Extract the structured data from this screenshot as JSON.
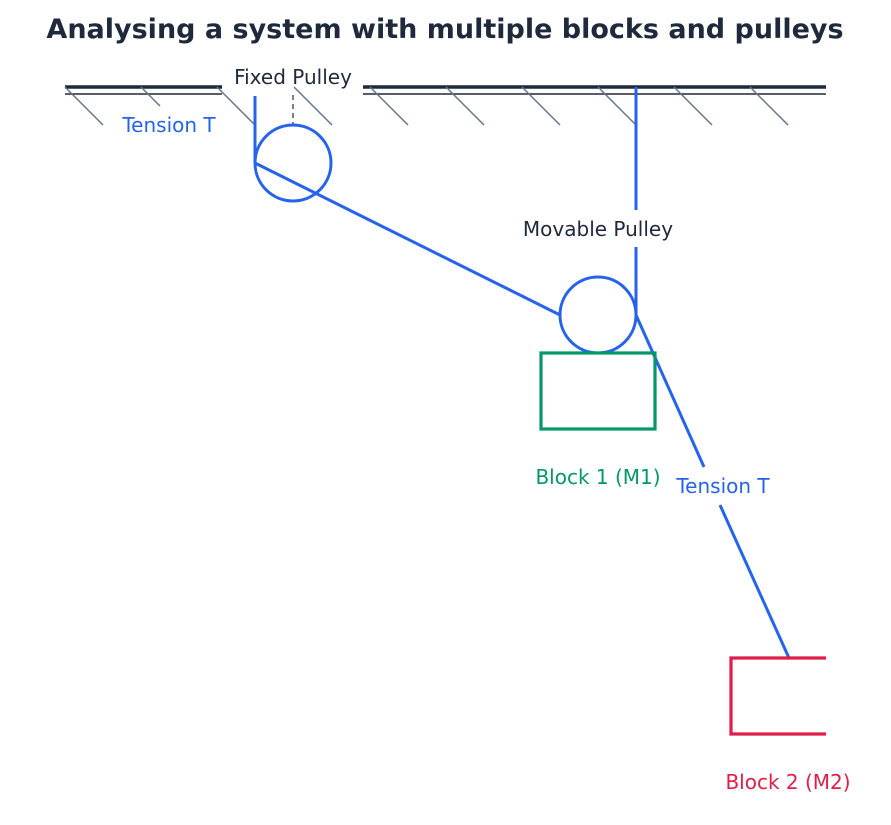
{
  "title": "Analysing a system with multiple blocks and pulleys",
  "labels": {
    "fixed_pulley": "Fixed Pulley",
    "movable_pulley": "Movable Pulley",
    "tension_left": "Tension T",
    "tension_right": "Tension T",
    "block1": "Block 1 (M1)",
    "block2": "Block 2 (M2)"
  },
  "colors": {
    "title": "#1e293b",
    "ceiling": "#1e293b",
    "hatch": "#64748b",
    "rope": "#2563eb",
    "pulley": "#2563eb",
    "block1": "#059669",
    "block2": "#e11d48",
    "label_dark": "#1e293b"
  }
}
